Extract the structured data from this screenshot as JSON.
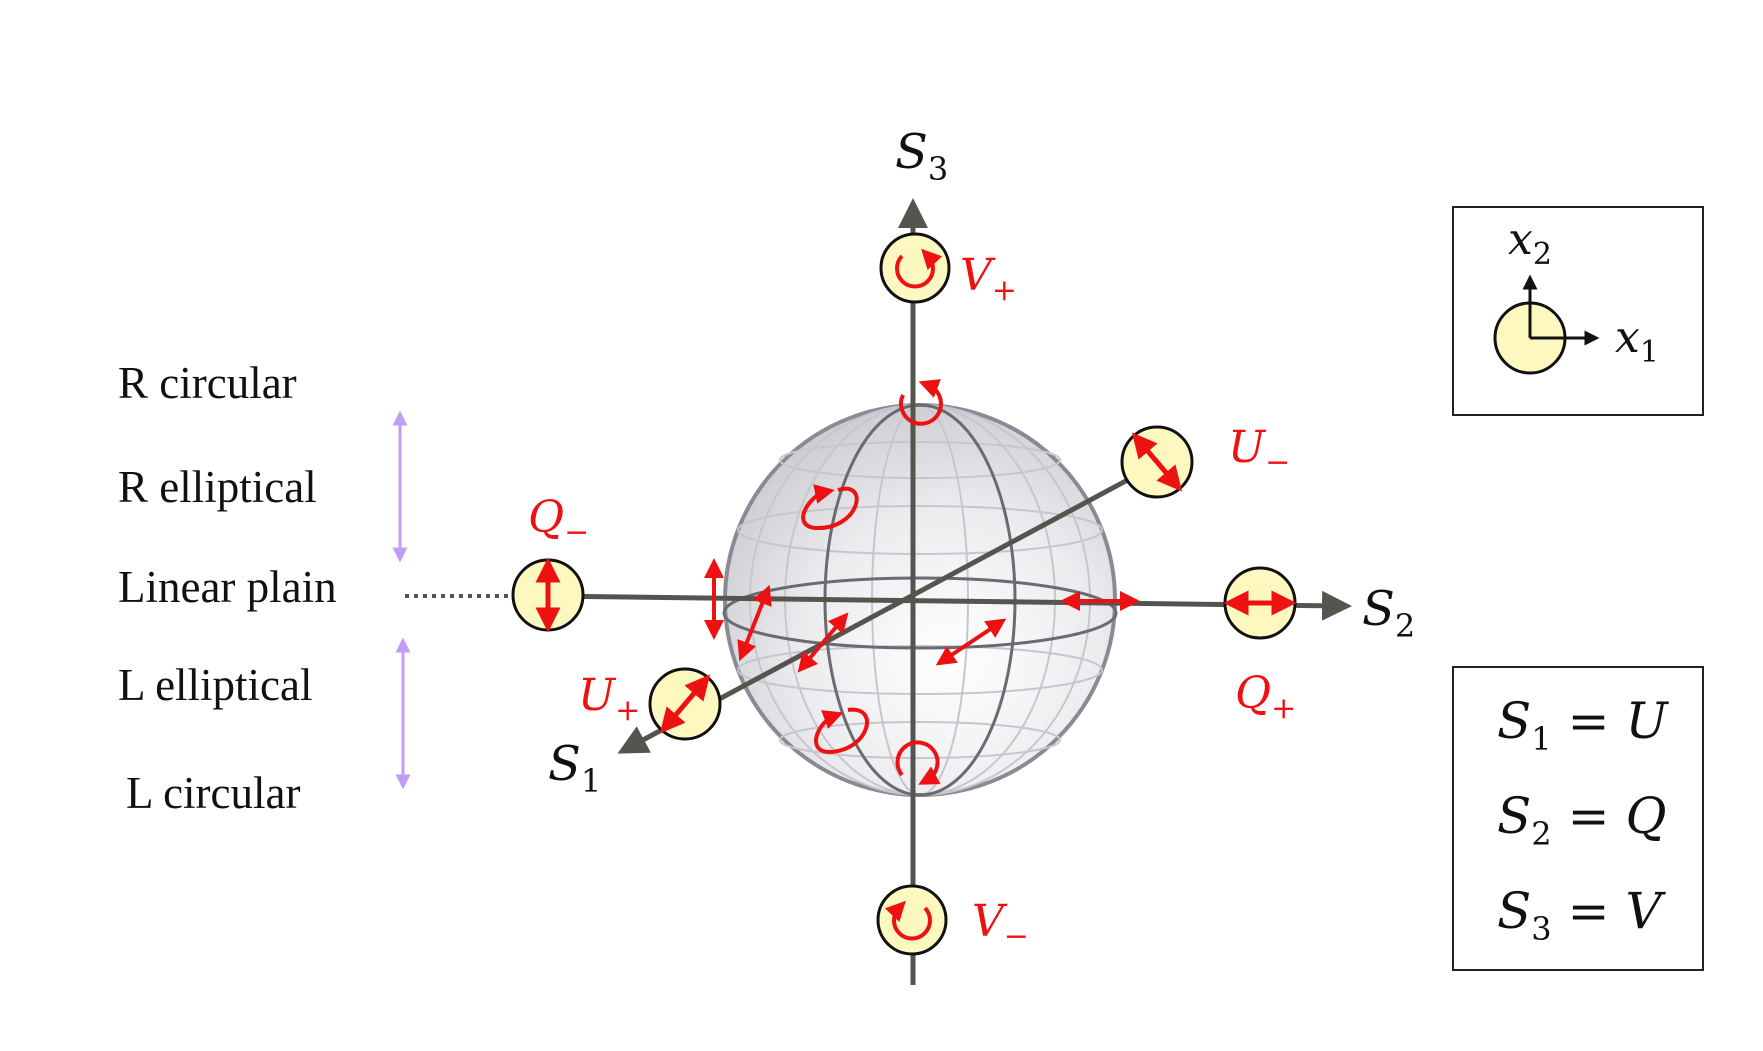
{
  "side_scale": {
    "r_circular": "R   circular",
    "r_elliptical": "R  elliptical",
    "linear_plain": "Linear plain",
    "l_elliptical": "L  elliptical",
    "l_circular": "L   circular"
  },
  "axes": {
    "s1": {
      "main": "S",
      "sub": "1"
    },
    "s2": {
      "main": "S",
      "sub": "2"
    },
    "s3": {
      "main": "S",
      "sub": "3"
    }
  },
  "states": {
    "v_plus": {
      "main": "V",
      "sub": "+"
    },
    "v_minus": {
      "main": "V",
      "sub": "−"
    },
    "u_plus": {
      "main": "U",
      "sub": "+"
    },
    "u_minus": {
      "main": "U",
      "sub": "−"
    },
    "q_plus": {
      "main": "Q",
      "sub": "+"
    },
    "q_minus": {
      "main": "Q",
      "sub": "−"
    }
  },
  "coordinate_inset": {
    "x1": {
      "main": "x",
      "sub": "1"
    },
    "x2": {
      "main": "x",
      "sub": "2"
    }
  },
  "equivalence_box": {
    "row1": {
      "lhs": "S",
      "sub": "1",
      "eq": "=",
      "rhs": "U"
    },
    "row2": {
      "lhs": "S",
      "sub": "2",
      "eq": "=",
      "rhs": "Q"
    },
    "row3": {
      "lhs": "S",
      "sub": "3",
      "eq": "=",
      "rhs": "V"
    }
  },
  "colors": {
    "polarization": "#ee1111",
    "axis": "#555550",
    "marker_fill": "#fdf7c0",
    "scale_arrow": "#c39cf5"
  }
}
